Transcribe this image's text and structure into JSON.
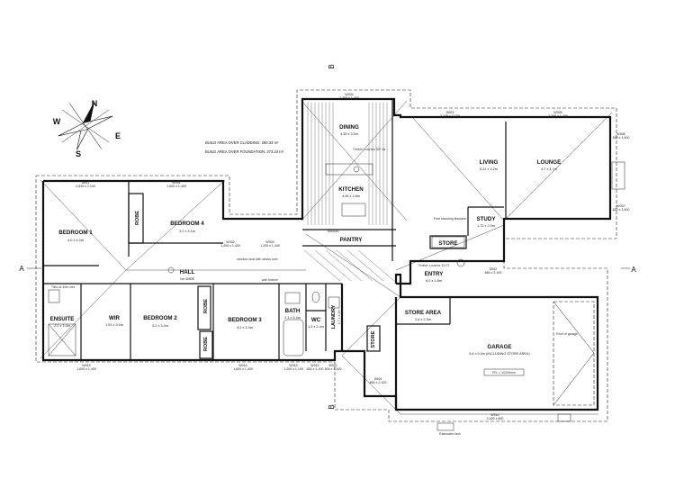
{
  "area_notes": {
    "cladding": "BUILD AREA OVER CLADDING:    290.33 m²",
    "foundation": "BUILD AREA OVER FOUNDATION:    273.24 m²"
  },
  "compass": {
    "n": "N",
    "e": "E",
    "s": "S",
    "w": "W"
  },
  "sections": {
    "a_left": "A",
    "a_right": "A",
    "b_top": "B",
    "b_bottom": "B"
  },
  "rooms": {
    "bedroom1": {
      "name": "BEDROOM 1",
      "size": "4.0 x 4.0m"
    },
    "bedroom4": {
      "name": "BEDROOM 4",
      "size": "3.2 x 3.1m"
    },
    "bedroom2": {
      "name": "BEDROOM 2",
      "size": "3.2 x 3.4m"
    },
    "bedroom3": {
      "name": "BEDROOM 3",
      "size": "3.2 x 3.4m"
    },
    "ensuite": {
      "name": "ENSUITE",
      "size": "2.0 x 3.4m"
    },
    "wir": {
      "name": "WIR",
      "size": "1.51 x 3.4m"
    },
    "hall": {
      "name": "HALL",
      "size": "1m WIDE"
    },
    "bath": {
      "name": "BATH",
      "size": "2.1 x 3.4m"
    },
    "wc": {
      "name": "WC",
      "size": "1.0 x 2.4m"
    },
    "laundry": {
      "name": "LAUNDRY",
      "size": "1.7 x 3.4m"
    },
    "dining": {
      "name": "DINING",
      "size": "4.35 x 3.5m"
    },
    "kitchen": {
      "name": "KITCHEN",
      "size": "4.35 x 2.8m"
    },
    "pantry": {
      "name": "PANTRY"
    },
    "living": {
      "name": "LIVING",
      "size": "5.31 x 4.2m"
    },
    "lounge": {
      "name": "LOUNGE",
      "size": "4.7 x 4.7m"
    },
    "study": {
      "name": "STUDY",
      "size": "1.72 x 2.0m"
    },
    "store": {
      "name": "STORE"
    },
    "entry": {
      "name": "ENTRY",
      "size": "6.0 x 1.8m"
    },
    "store_area": {
      "name": "STORE AREA",
      "size": "2.6 x 2.5m"
    },
    "store2": {
      "name": "STORE"
    },
    "garage": {
      "name": "GARAGE",
      "size": "5.6 x 9.0m (INCLUDING STORE AREA)"
    }
  },
  "robes": [
    "ROBE",
    "ROBE",
    "ROBE"
  ],
  "windows": {
    "d001": "D001\n2,840 x 2,100",
    "w001": "W001\n1,600 x 1,400",
    "w004": "W004\n2,200 x 1,400",
    "w005": "W005\n2,200 x 1,400",
    "d003": "D003\n3,140 x 2,100",
    "w006": "W006\n820 x 1,400",
    "w007": "W007\n820 x 1,400",
    "w015": "W015\n1,600 x 1,400",
    "w014": "W014\n1,600 x 1,400",
    "w013": "W013\n1,200 x 1,100",
    "w012": "W012\n600 x 1,100",
    "w011": "W011\n600 x 1,100",
    "d004": "D004\n800 x 2,100",
    "w002": "W002\n1,200 x 1,400",
    "w003": "W003\n1,200 x 1,400",
    "d002": "D002\n880 x 2,100",
    "w010": "W010\n2,400 x 800"
  },
  "notes": {
    "hall_window": "window seat with desks over",
    "walls": "wall feature",
    "ensuite_note": "Tiles at 40m ctrs",
    "timber_louvre": "Timber Louvres 30° 4a",
    "timber_louvre2": "Timber Louvres 15.07",
    "pantry_note": "Shelves",
    "freestanding": "Free standing fireplace",
    "garage_note": "Roof of garage",
    "rainwater": "Rainwater tank",
    "ffl": "FFL = 10200mm"
  }
}
